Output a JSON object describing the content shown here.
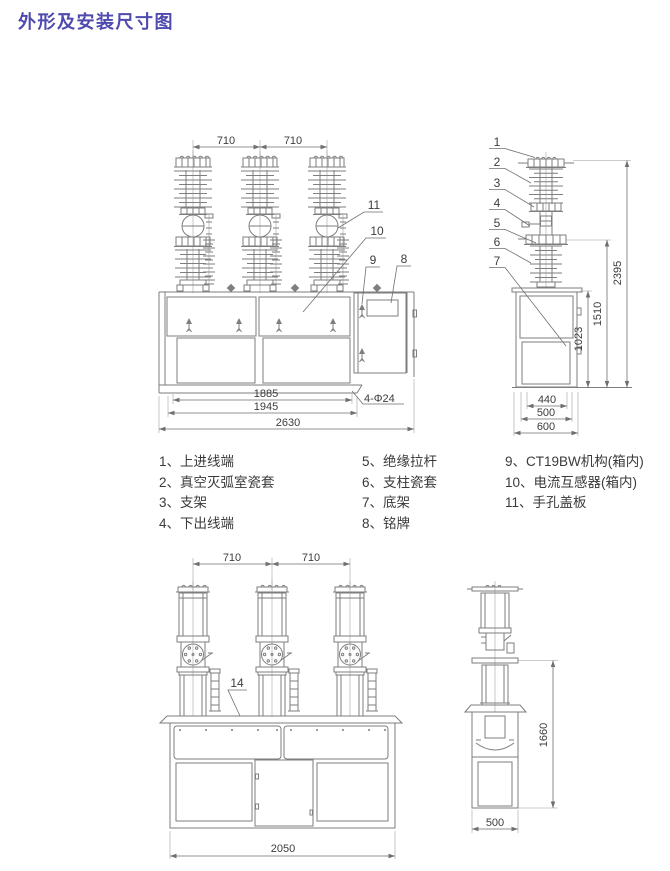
{
  "title": "外形及安装尺寸图",
  "colors": {
    "title": "#4f4aae",
    "drawing_line": "#7e7e7e",
    "dimension_text": "#3c3c3c"
  },
  "top_front": {
    "dim_710_left": "710",
    "dim_710_right": "710",
    "dim_1885": "1885",
    "dim_1945": "1945",
    "dim_2630": "2630",
    "holes": "4-Φ24",
    "callout_11": "11",
    "callout_10": "10",
    "callout_9": "9",
    "callout_8": "8"
  },
  "top_side": {
    "callout_1": "1",
    "callout_2": "2",
    "callout_3": "3",
    "callout_4": "4",
    "callout_5": "5",
    "callout_6": "6",
    "callout_7": "7",
    "dim_2395": "2395",
    "dim_1510": "1510",
    "dim_1023": "1023",
    "dim_440": "440",
    "dim_500": "500",
    "dim_600": "600"
  },
  "legend": {
    "items": [
      {
        "display": "1、上进线端"
      },
      {
        "display": "2、真空灭弧室瓷套"
      },
      {
        "display": "3、支架"
      },
      {
        "display": "4、下出线端"
      },
      {
        "display": "5、绝缘拉杆"
      },
      {
        "display": "6、支柱瓷套"
      },
      {
        "display": "7、底架"
      },
      {
        "display": "8、铭牌"
      },
      {
        "display": "9、CT19BW机构(箱内)"
      },
      {
        "display": "10、电流互感器(箱内)"
      },
      {
        "display": "11、手孔盖板"
      }
    ]
  },
  "bottom_front": {
    "dim_710_left": "710",
    "dim_710_right": "710",
    "dim_2050": "2050",
    "callout_14": "14"
  },
  "bottom_side": {
    "dim_1660": "1660",
    "dim_500": "500"
  }
}
